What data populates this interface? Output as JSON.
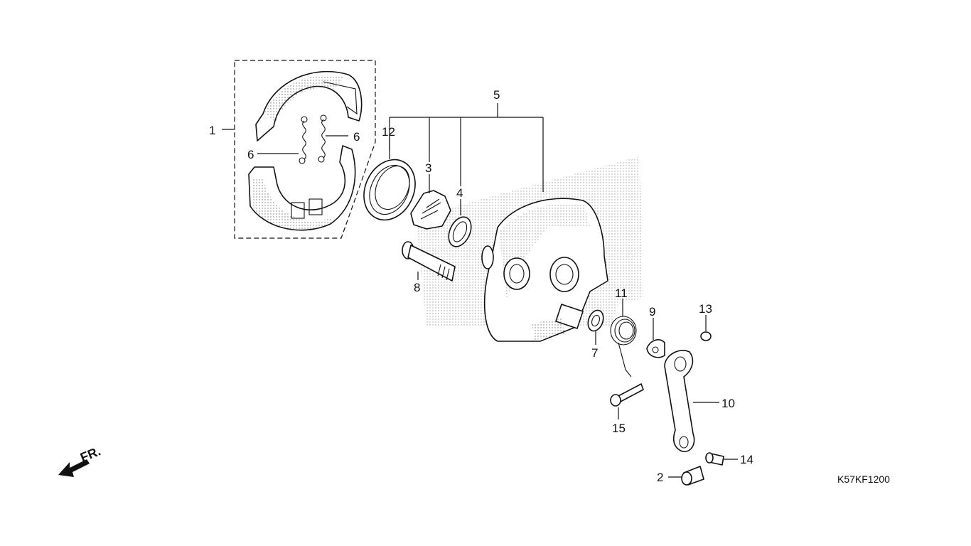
{
  "diagram": {
    "code": "K57KF1200",
    "direction": "FR.",
    "callouts": {
      "c1": "1",
      "c2": "2",
      "c3": "3",
      "c4": "4",
      "c5": "5",
      "c6a": "6",
      "c6b": "6",
      "c7": "7",
      "c8": "8",
      "c9": "9",
      "c10": "10",
      "c11": "11",
      "c12": "12",
      "c13": "13",
      "c14": "14",
      "c15": "15"
    }
  }
}
